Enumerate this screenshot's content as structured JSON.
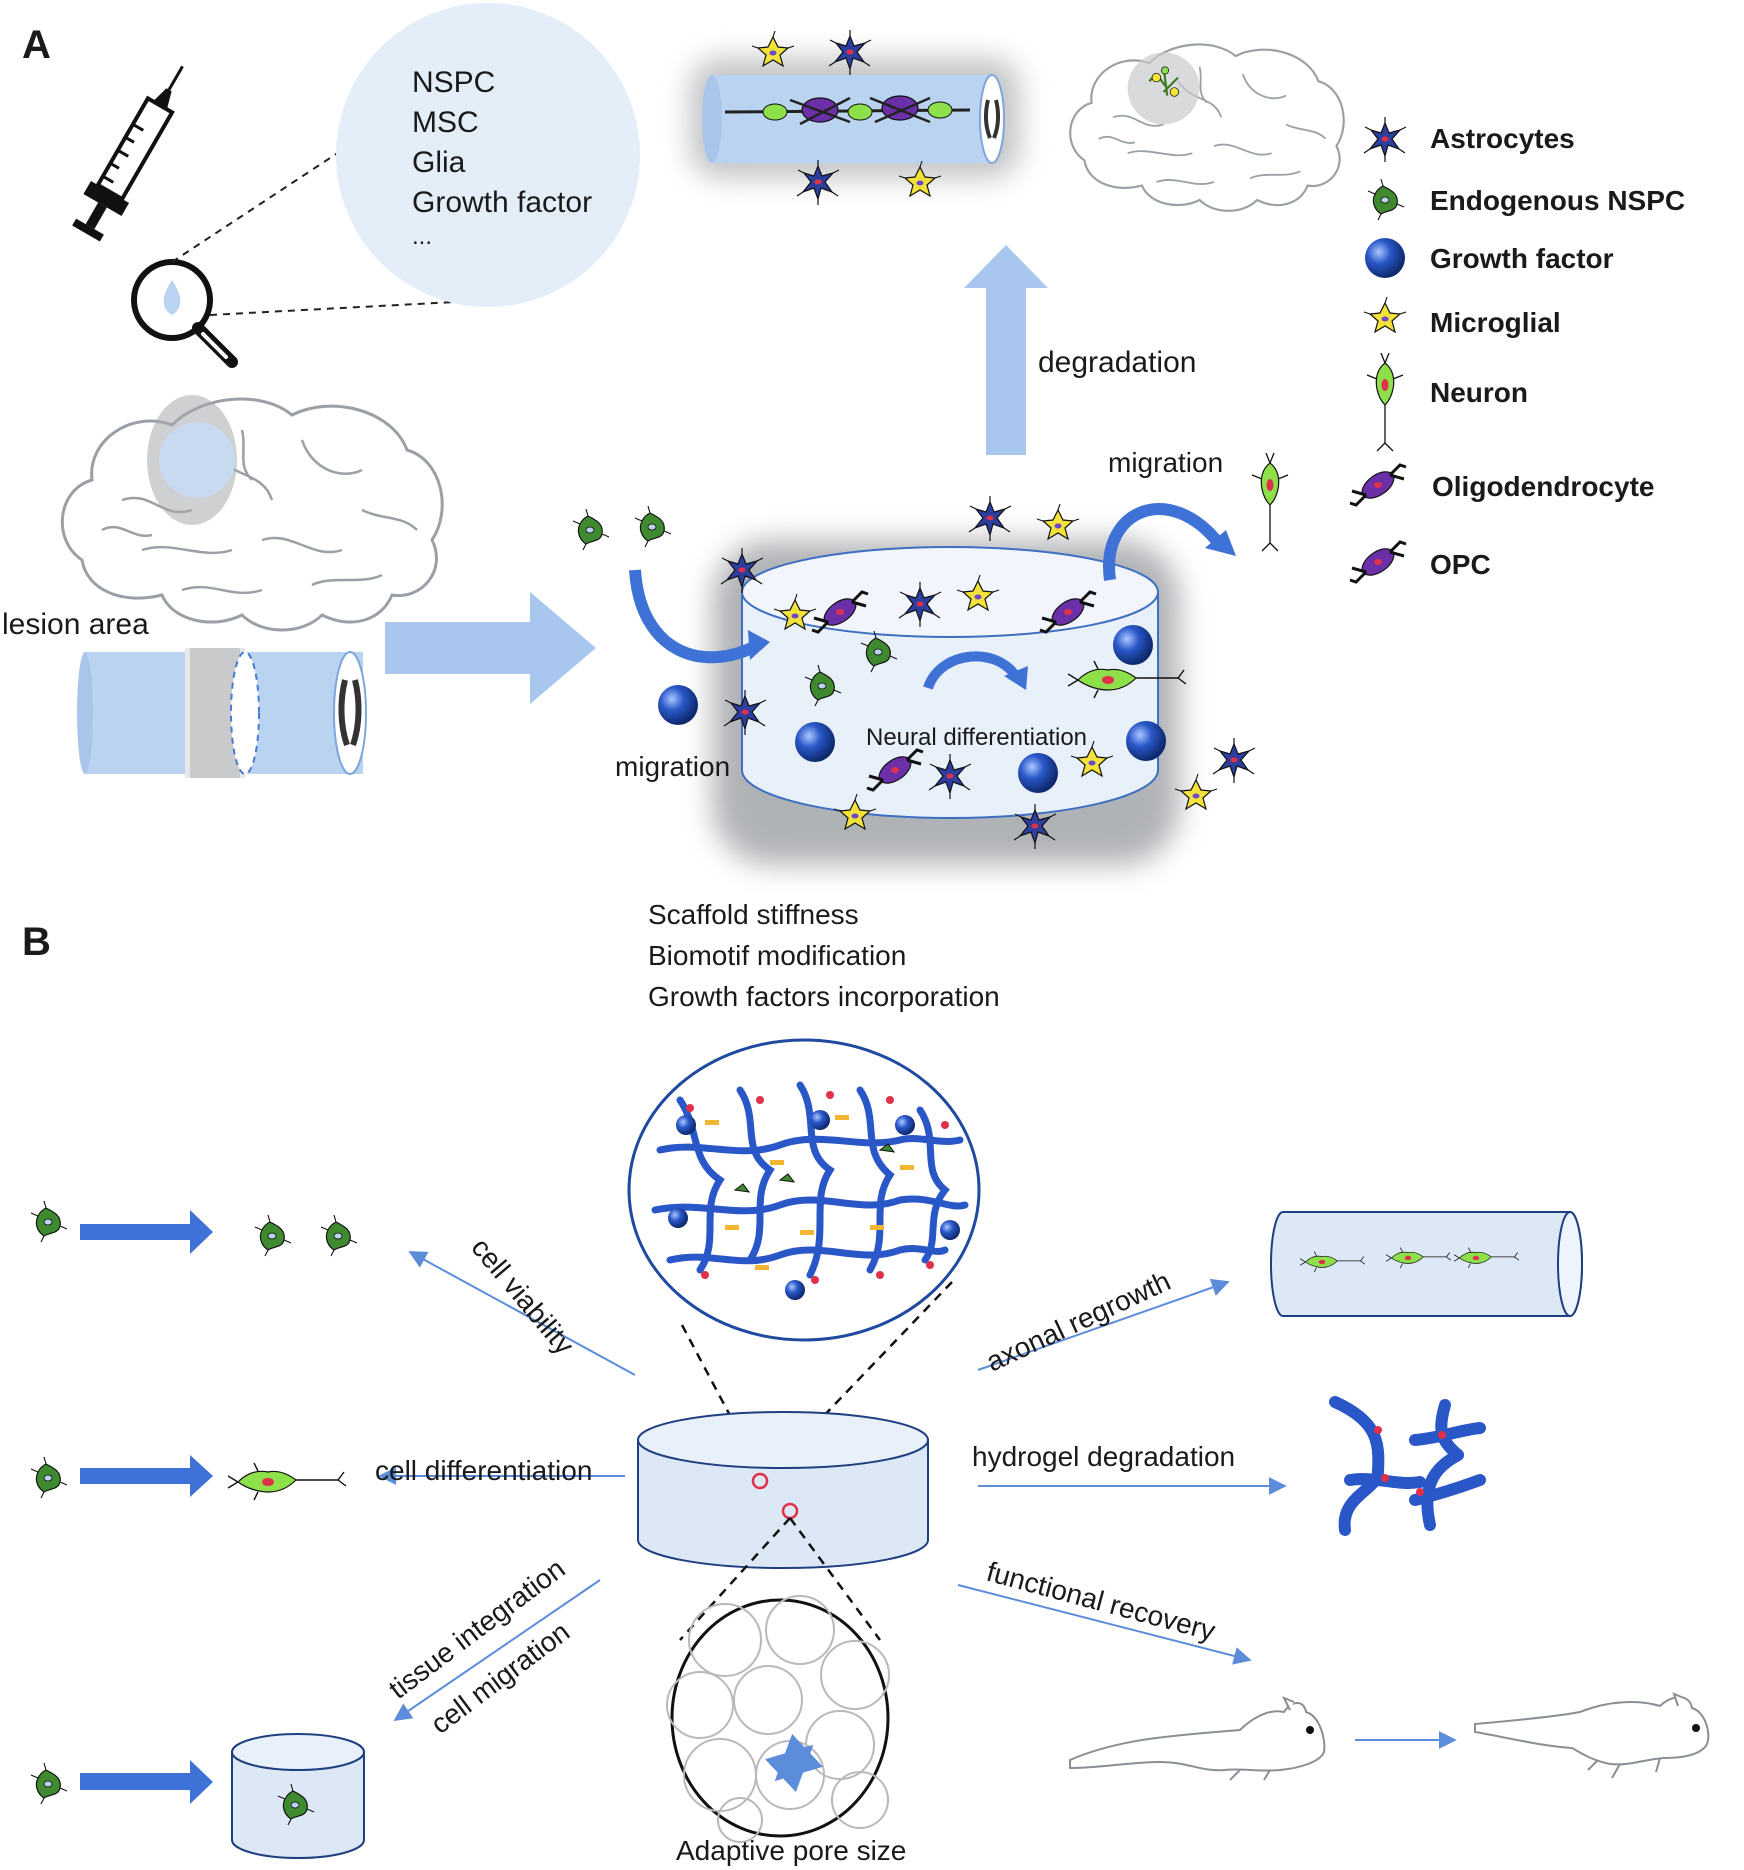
{
  "panel_a": {
    "label": "A",
    "inject_list": [
      "NSPC",
      "MSC",
      "Glia",
      "Growth factor",
      "..."
    ],
    "lesion_label": "lesion area",
    "degradation_label": "degradation",
    "migration_in_label": "migration",
    "migration_out_label": "migration",
    "neural_diff_label": "Neural differentiation",
    "legend": [
      {
        "name": "Astrocytes",
        "icon": "astrocyte-icon",
        "color": "#2c3e9e"
      },
      {
        "name": "Endogenous NSPC",
        "icon": "nspc-icon",
        "color": "#3f8a2e"
      },
      {
        "name": "Growth factor",
        "icon": "growth-factor-icon",
        "color": "#2a57c8"
      },
      {
        "name": "Microglial",
        "icon": "microglia-icon",
        "color": "#f3e23a"
      },
      {
        "name": "Neuron",
        "icon": "neuron-icon",
        "color": "#8ee04a"
      },
      {
        "name": "Oligodendrocyte",
        "icon": "oligodendrocyte-icon",
        "color": "#6b2fa8"
      },
      {
        "name": "OPC",
        "icon": "opc-icon",
        "color": "#7a3fb8"
      }
    ]
  },
  "panel_b": {
    "label": "B",
    "properties": [
      "Scaffold stiffness",
      "Biomotif modification",
      "Growth factors incorporation"
    ],
    "cell_viability": "cell viability",
    "cell_differentiation": "cell differentiation",
    "tissue_integration": "tissue integration",
    "cell_migration": "cell migration",
    "axonal_regrowth": "axonal regrowth",
    "hydrogel_degradation": "hydrogel degradation",
    "functional_recovery": "functional recovery",
    "pore_size": "Adaptive pore size"
  },
  "colors": {
    "scaffold": "#b9d3f1",
    "arrow": "#a9c6ee",
    "dark_arrow": "#3e72d6",
    "line": "#5b8ddb"
  }
}
